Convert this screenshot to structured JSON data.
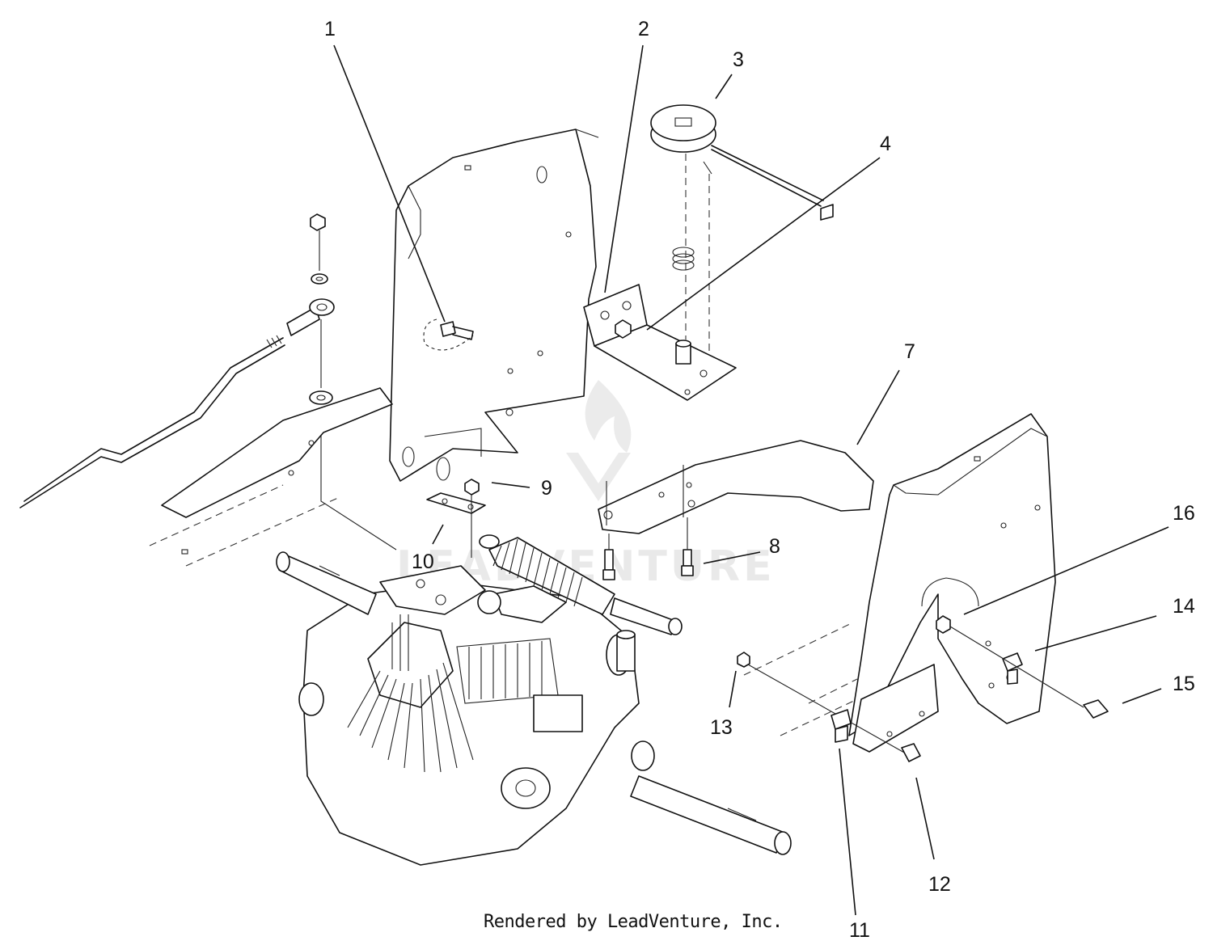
{
  "diagram": {
    "callouts": [
      {
        "id": "c1",
        "label": "1"
      },
      {
        "id": "c2",
        "label": "2"
      },
      {
        "id": "c3",
        "label": "3"
      },
      {
        "id": "c4",
        "label": "4"
      },
      {
        "id": "c7",
        "label": "7"
      },
      {
        "id": "c8",
        "label": "8"
      },
      {
        "id": "c9",
        "label": "9"
      },
      {
        "id": "c10",
        "label": "10"
      },
      {
        "id": "c11",
        "label": "11"
      },
      {
        "id": "c12",
        "label": "12"
      },
      {
        "id": "c13",
        "label": "13"
      },
      {
        "id": "c14",
        "label": "14"
      },
      {
        "id": "c15",
        "label": "15"
      },
      {
        "id": "c16",
        "label": "16"
      }
    ],
    "watermark": "LEADVENTURE",
    "credit": "Rendered by LeadVenture, Inc."
  }
}
